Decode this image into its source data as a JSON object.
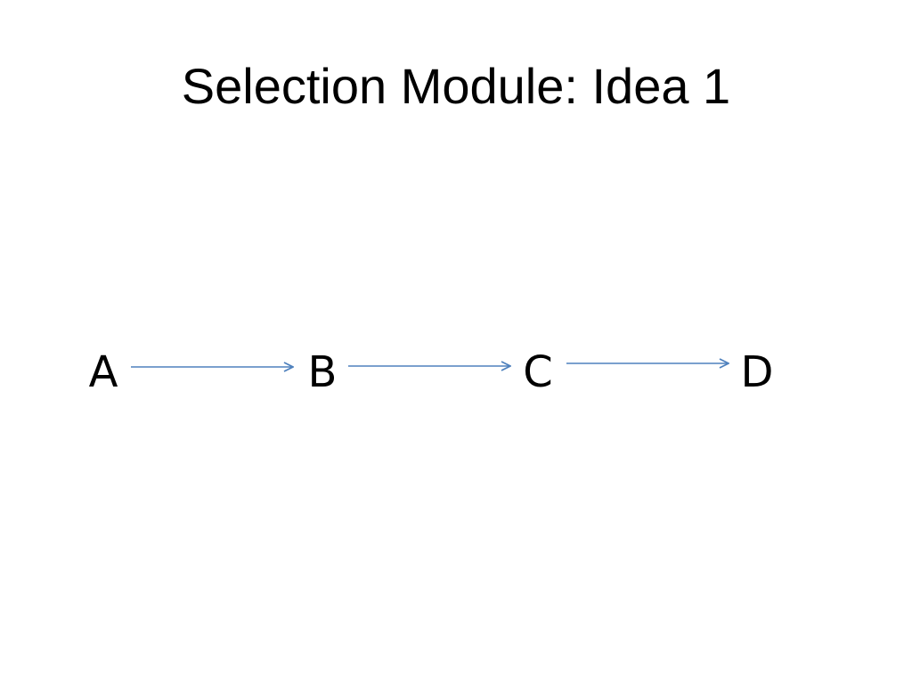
{
  "slide": {
    "title": "Selection Module: Idea 1"
  },
  "diagram": {
    "nodes": [
      {
        "id": "A",
        "label": "A"
      },
      {
        "id": "B",
        "label": "B"
      },
      {
        "id": "C",
        "label": "C"
      },
      {
        "id": "D",
        "label": "D"
      }
    ],
    "edges": [
      {
        "from": "A",
        "to": "B"
      },
      {
        "from": "B",
        "to": "C"
      },
      {
        "from": "C",
        "to": "D"
      }
    ],
    "colors": {
      "arrow": "#4f81bd",
      "text": "#000000"
    }
  }
}
